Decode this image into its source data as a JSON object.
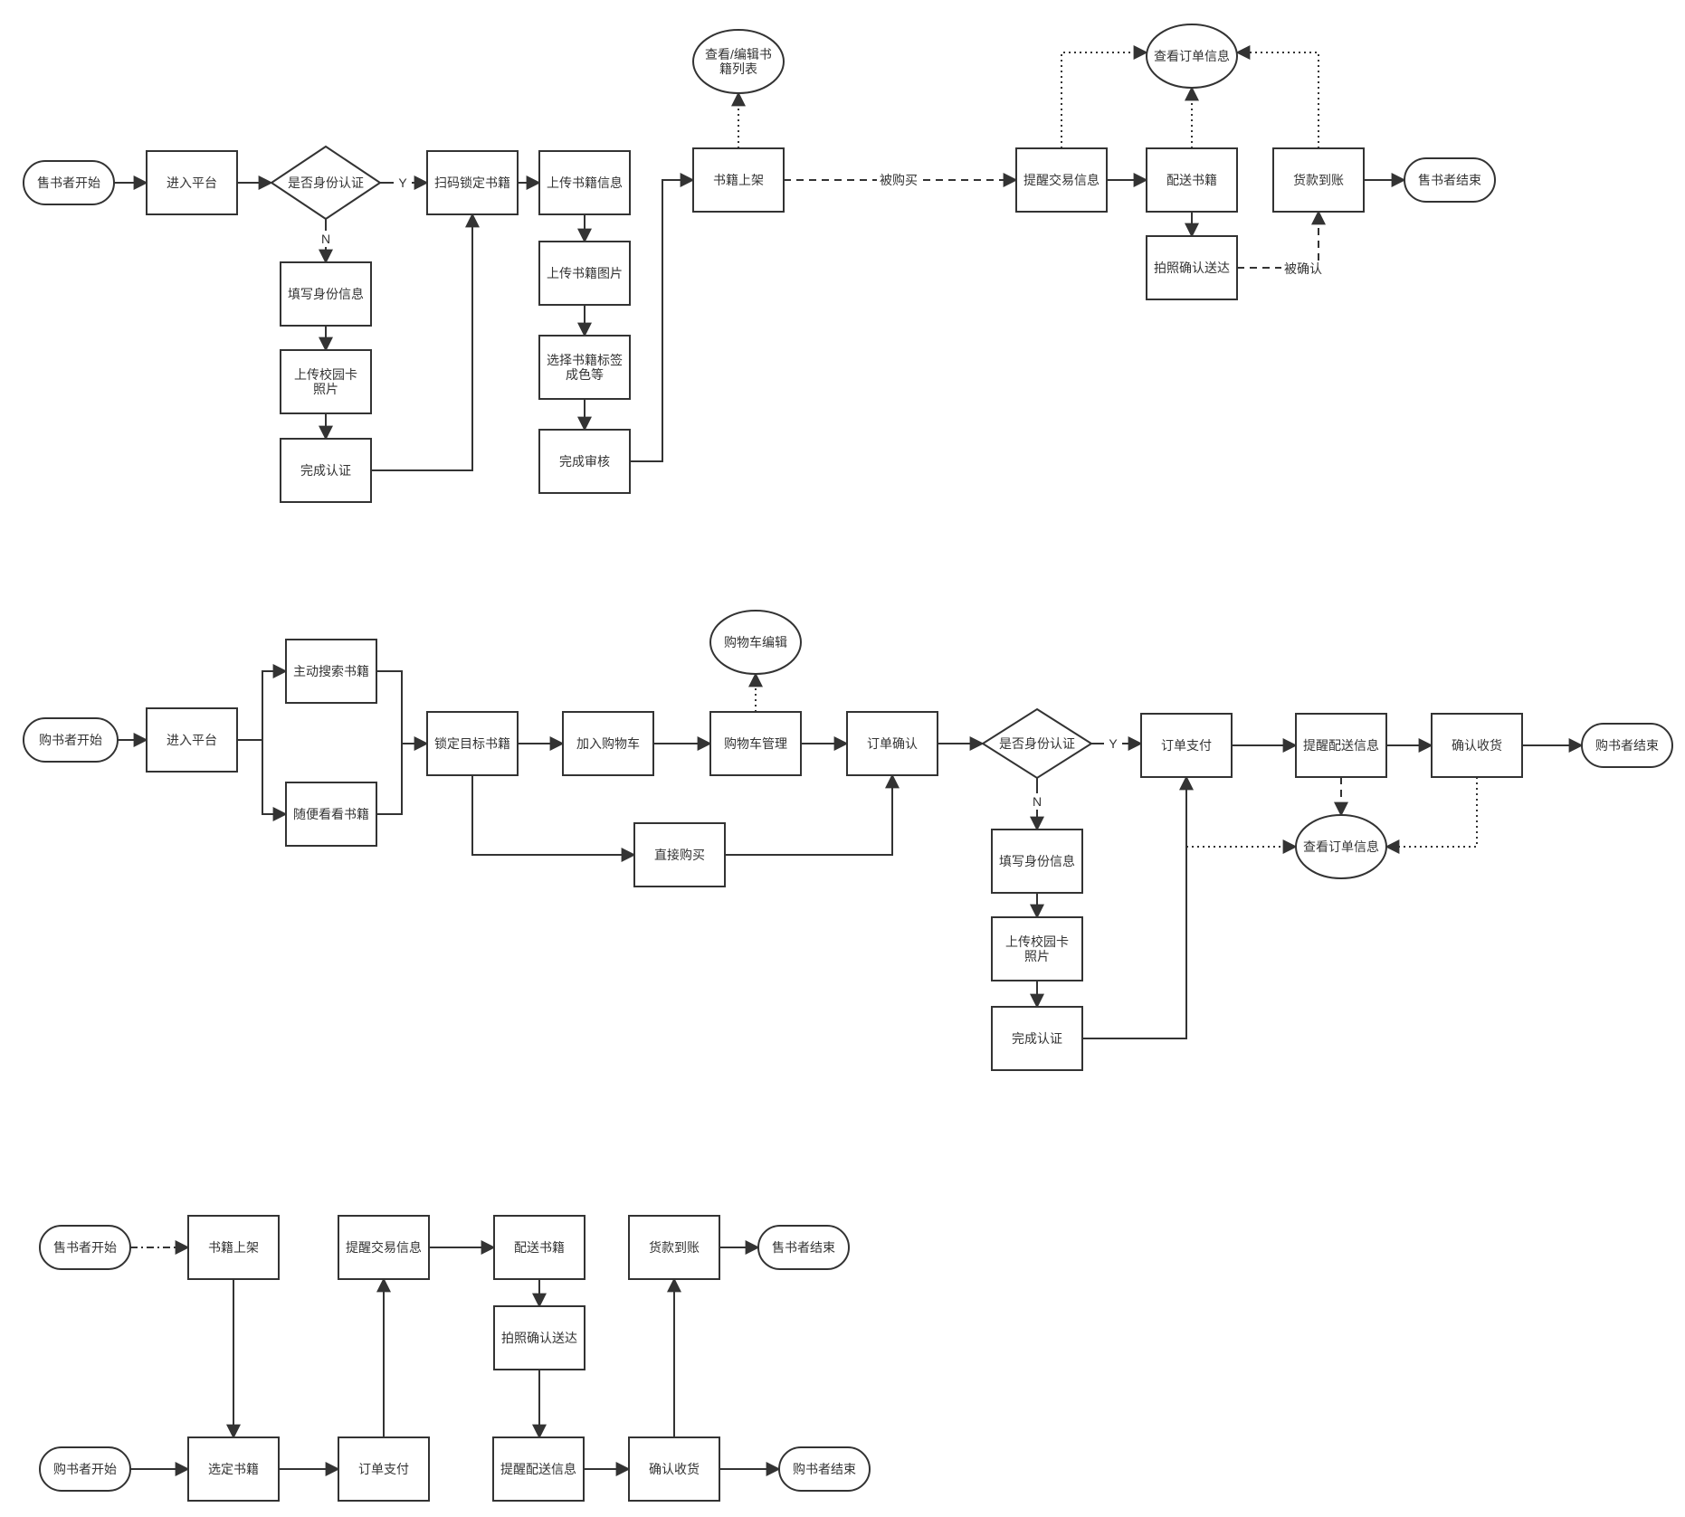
{
  "colors": {
    "stroke": "#333333",
    "fill": "#ffffff",
    "text": "#333333"
  },
  "nodes": {
    "s_start": "售书者开始",
    "s_enter": "进入平台",
    "s_auth_q": "是否身份认证",
    "s_fill": "填写身份信息",
    "s_card": [
      "上传校园卡",
      "照片"
    ],
    "s_done_auth": "完成认证",
    "s_scan": "扫码锁定书籍",
    "s_info": "上传书籍信息",
    "s_img": "上传书籍图片",
    "s_tag": [
      "选择书籍标签",
      "成色等"
    ],
    "s_review": "完成审核",
    "s_shelf": "书籍上架",
    "s_list": [
      "查看/编辑书",
      "籍列表"
    ],
    "s_remind": "提醒交易信息",
    "s_deliver": "配送书籍",
    "s_photo": "拍照确认送达",
    "s_order_info": "查看订单信息",
    "s_pay": "货款到账",
    "s_end": "售书者结束",
    "b_start": "购书者开始",
    "b_enter": "进入平台",
    "b_search": "主动搜索书籍",
    "b_browse": "随便看看书籍",
    "b_lock": "锁定目标书籍",
    "b_cart": "加入购物车",
    "b_cart_mgr": "购物车管理",
    "b_cart_edit": "购物车编辑",
    "b_direct": "直接购买",
    "b_confirm": "订单确认",
    "b_auth_q": "是否身份认证",
    "b_fill": "填写身份信息",
    "b_card": [
      "上传校园卡",
      "照片"
    ],
    "b_done_auth": "完成认证",
    "b_order_pay": "订单支付",
    "b_remind_del": "提醒配送信息",
    "b_receive": "确认收货",
    "b_order_info": "查看订单信息",
    "b_end": "购书者结束",
    "c_s_start": "售书者开始",
    "c_shelf": "书籍上架",
    "c_remind": "提醒交易信息",
    "c_deliver": "配送书籍",
    "c_photo": "拍照确认送达",
    "c_pay_arrive": "货款到账",
    "c_s_end": "售书者结束",
    "c_b_start": "购书者开始",
    "c_select": "选定书籍",
    "c_order_pay": "订单支付",
    "c_remind_del": "提醒配送信息",
    "c_receive": "确认收货",
    "c_b_end": "购书者结束"
  },
  "edge_labels": {
    "s_yes": "Y",
    "s_no": "N",
    "s_bought": "被购买",
    "s_confirmed": "被确认",
    "b_yes": "Y",
    "b_no": "N"
  }
}
